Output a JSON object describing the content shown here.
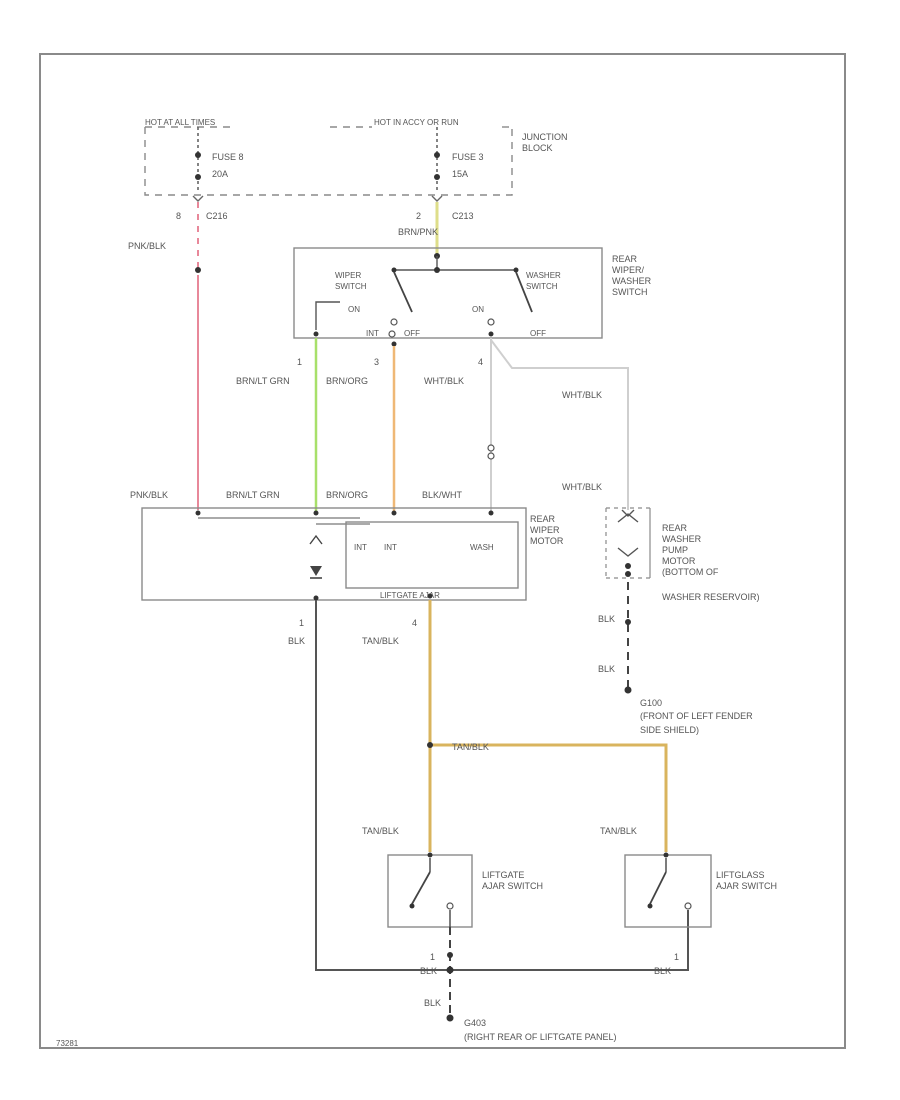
{
  "junction_block": {
    "label_left": "HOT AT ALL TIMES",
    "label_right": "HOT IN ACCY OR RUN",
    "name": [
      "JUNCTION",
      "BLOCK"
    ],
    "fuse_a": {
      "name": "FUSE 8",
      "rating": "20A",
      "pin": "8",
      "connector": "C216"
    },
    "fuse_b": {
      "name": "FUSE 3",
      "rating": "15A",
      "pin": "2",
      "connector": "C213"
    }
  },
  "switch_assembly": {
    "name": [
      "REAR",
      "WIPER/",
      "WASHER",
      "SWITCH"
    ],
    "wiper_switch": [
      "WIPER",
      "SWITCH"
    ],
    "washer_switch": [
      "WASHER",
      "SWITCH"
    ],
    "on_left": "ON",
    "off_left": "OFF",
    "on_right": "ON",
    "off_right": "OFF",
    "int_label": "INT",
    "pin_1": "1",
    "pin_3": "3",
    "pin_4": "4"
  },
  "motor": {
    "name": [
      "REAR",
      "WIPER",
      "MOTOR"
    ],
    "int_a": "INT",
    "int_b": "INT",
    "wash": "WASH",
    "relay": "LIFTGATE AJAR",
    "pin_1": "1",
    "pin_4": "4"
  },
  "pump": {
    "name": [
      "REAR",
      "WASHER",
      "PUMP",
      "MOTOR",
      "(BOTTOM OF",
      "WASHER RESERVOIR)"
    ],
    "ground": "G100",
    "ground_desc": [
      "(FRONT OF LEFT FENDER",
      "SIDE SHIELD)"
    ]
  },
  "switches": {
    "liftgate": [
      "LIFTGATE",
      "AJAR SWITCH"
    ],
    "liftglass": [
      "LIFTGLASS",
      "AJAR SWITCH"
    ],
    "pin_left": "1",
    "pin_right": "1"
  },
  "wires": {
    "pk_blk_1": "PNK/BLK",
    "brn_pnk": "BRN/PNK",
    "brn_lt_grn_1": "BRN/LT GRN",
    "brn_org_1": "BRN/ORG",
    "wht_blk_1": "WHT/BLK",
    "wht_blk_2": "WHT/BLK",
    "wht_blk_3": "WHT/BLK",
    "pk_blk_2": "PNK/BLK",
    "brn_lt_grn_2": "BRN/LT GRN",
    "brn_org_2": "BRN/ORG",
    "blk_wht": "BLK/WHT",
    "blk_1": "BLK",
    "tan_blk_1": "TAN/BLK",
    "tan_blk_2": "TAN/BLK",
    "tan_blk_3": "TAN/BLK",
    "tan_blk_4": "TAN/BLK",
    "blk_pump_1": "BLK",
    "blk_pump_2": "BLK",
    "blk_bottom_1": "BLK",
    "blk_bottom_2": "BLK",
    "blk_bottom_3": "BLK"
  },
  "ground_main": {
    "name": "G403",
    "desc": "(RIGHT REAR OF LIFTGATE PANEL)"
  },
  "footer_id": "73281",
  "colors": {
    "pink": "#e8889a",
    "light_green": "#a8e06a",
    "orange": "#efb876",
    "tan": "#d9b45e",
    "yellow": "#dede8a",
    "white_wire": "#cfcfcf",
    "black_wire": "#555555",
    "frame": "#8a8a8a"
  }
}
